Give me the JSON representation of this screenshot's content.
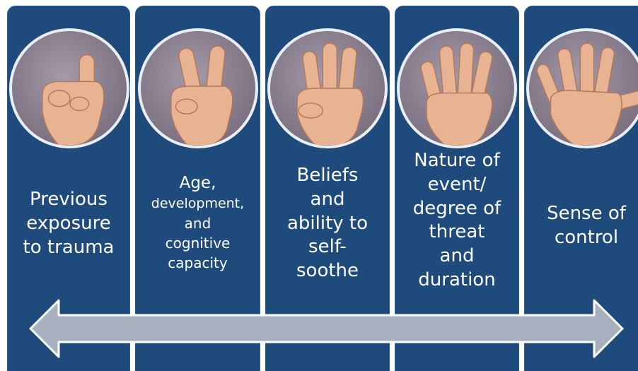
{
  "panels": [
    {
      "label_lines": [
        "Previous",
        "exposure",
        "to trauma"
      ],
      "icon": "hand-one-finger-icon"
    },
    {
      "label_lines": [
        "Age,",
        "development,",
        "and",
        "cognitive",
        "capacity"
      ],
      "icon": "hand-two-fingers-icon"
    },
    {
      "label_lines": [
        "Beliefs",
        "and",
        "ability to",
        "self-",
        "soothe"
      ],
      "icon": "hand-three-fingers-icon"
    },
    {
      "label_lines": [
        "Nature of",
        "event/",
        "degree of",
        "threat",
        "and",
        "duration"
      ],
      "icon": "hand-four-fingers-icon"
    },
    {
      "label_lines": [
        "Sense of",
        "control"
      ],
      "icon": "hand-five-fingers-icon"
    }
  ],
  "colors": {
    "panel": "#1f4a7c",
    "arrow_fill": "#a8b0c0",
    "arrow_stroke": "#ffffff",
    "text": "#ffffff"
  }
}
